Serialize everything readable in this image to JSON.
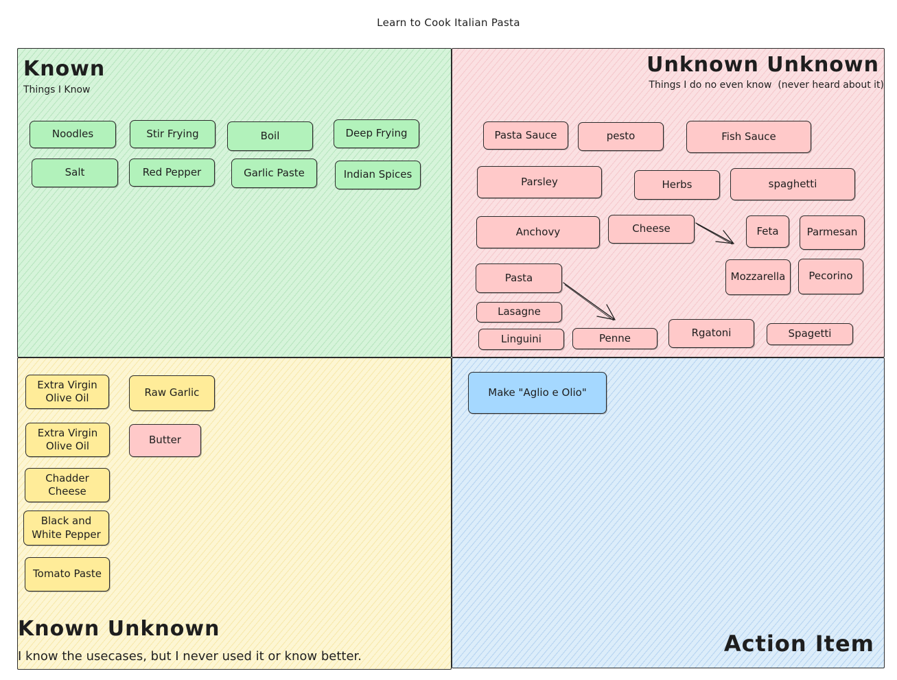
{
  "title": "Learn to Cook Italian Pasta",
  "colors": {
    "known": "#b2f2bb",
    "unknown_unknown": "#ffc9c9",
    "known_unknown": "#ffec99",
    "action": "#a5d8ff",
    "stroke": "#1e1e1e"
  },
  "known": {
    "heading": "Known",
    "subtitle": "Things I Know",
    "items": [
      "Noodles",
      "Stir Frying",
      "Boil",
      "Deep Frying",
      "Salt",
      "Red Pepper",
      "Garlic Paste",
      "Indian Spices"
    ]
  },
  "unknown_unknown": {
    "heading": "Unknown Unknown",
    "subtitle": "Things I do no even know  (never heard about it)",
    "items": [
      "Pasta Sauce",
      "pesto",
      "Fish Sauce",
      "Parsley",
      "Herbs",
      "spaghetti",
      "Anchovy",
      "Cheese",
      "Feta",
      "Parmesan",
      "Mozzarella",
      "Pecorino",
      "Pasta",
      "Lasagne",
      "Linguini",
      "Penne",
      "Rgatoni",
      "Spagetti"
    ]
  },
  "known_unknown": {
    "heading": "Known Unknown",
    "subtitle": "I know the usecases, but I never used it or know better.",
    "items": [
      "Extra Virgin Olive Oil",
      "Raw Garlic",
      "Extra Virgin Olive Oil",
      "Butter",
      "Chadder Cheese",
      "Black and White Pepper",
      "Tomato Paste"
    ]
  },
  "action": {
    "heading": "Action Item",
    "items": [
      "Make \"Aglio e Olio\""
    ]
  }
}
